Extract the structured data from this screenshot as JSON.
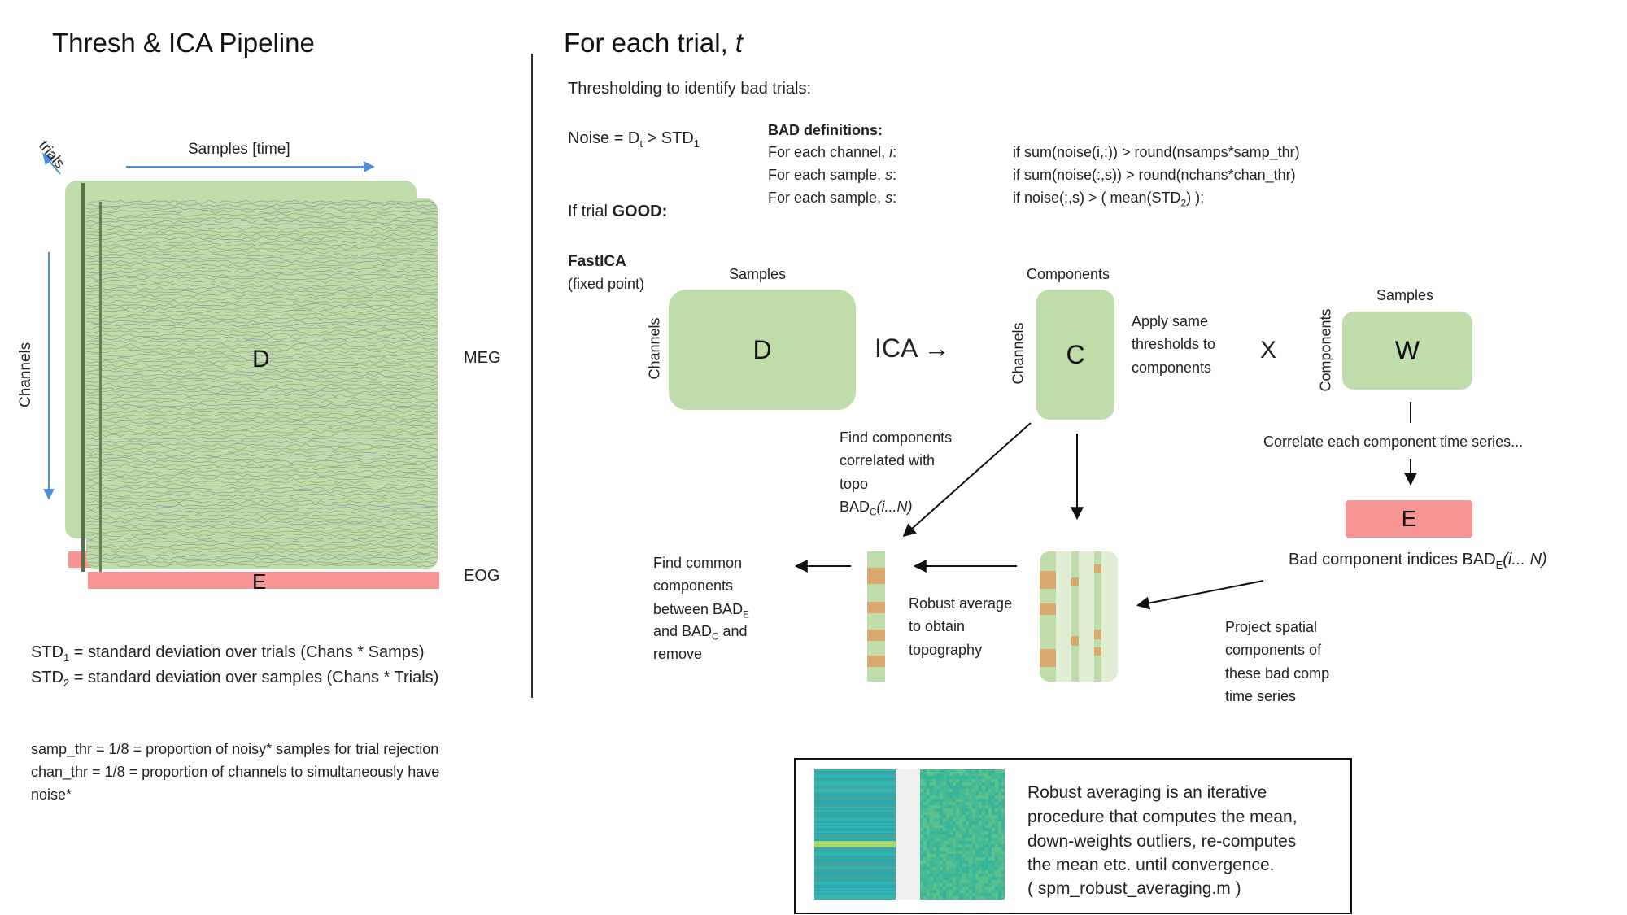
{
  "left": {
    "title": "Thresh & ICA Pipeline",
    "axis_trials": "trials",
    "axis_samples": "Samples [time]",
    "axis_channels": "Channels",
    "label_D": "D",
    "label_E": "E",
    "label_meg": "MEG",
    "label_eog": "EOG",
    "std1_prefix": "STD",
    "std1_sub": "1",
    "std1_rest": " = standard deviation over trials (Chans * Samps)",
    "std2_prefix": "STD",
    "std2_sub": "2",
    "std2_rest": " = standard deviation over samples (Chans * Trials)",
    "samp_thr": "samp_thr = 1/8 = proportion of noisy* samples for trial rejection",
    "chan_thr_line1": "chan_thr = 1/8  = proportion of channels to simultaneously have",
    "chan_thr_line2": "noise*"
  },
  "right": {
    "title_prefix": "For each trial, ",
    "title_var": "t",
    "thresholding": "Thresholding to identify bad trials:",
    "noise_prefix": "Noise = D",
    "noise_sub1": "t",
    "noise_mid": " > STD",
    "noise_sub2": "1",
    "bad_defs_title": "BAD definitions:",
    "bad_rows": [
      {
        "label_prefix": "For each channel, ",
        "label_var": "i",
        "label_suffix": ":",
        "rule": "if  sum(noise(i,:)) > round(nsamps*samp_thr)"
      },
      {
        "label_prefix": "For each sample, ",
        "label_var": "s",
        "label_suffix": ":",
        "rule": "if  sum(noise(:,s)) > round(nchans*chan_thr)"
      },
      {
        "label_prefix": "For each sample, ",
        "label_var": "s",
        "label_suffix": ":",
        "rule_prefix": "if  noise(:,s) > ( mean(STD",
        "rule_sub": "2",
        "rule_suffix": ") );"
      }
    ],
    "if_trial_prefix": "If trial ",
    "if_trial_bold": "GOOD:",
    "fastica": "FastICA",
    "fixed_point": "(fixed point)",
    "samples_1": "Samples",
    "channels_1": "Channels",
    "box_D": "D",
    "ica_arrow": "ICA",
    "components_top": "Components",
    "channels_2": "Channels",
    "box_C": "C",
    "apply_same": [
      "Apply same",
      "thresholds to",
      "components"
    ],
    "times": "X",
    "samples_2": "Samples",
    "components_side": "Components",
    "box_W": "W",
    "correlate": "Correlate each component time series...",
    "box_E": "E",
    "bad_indices_prefix": "Bad component indices BAD",
    "bad_indices_sub": "E",
    "bad_indices_suffix": "(i... N)",
    "find_corr": [
      "Find components",
      "correlated with",
      "topo"
    ],
    "find_corr_bad": "BAD",
    "find_corr_bad_sub": "C",
    "find_corr_bad_suffix": "(i...N)",
    "find_common_l1": "Find common",
    "find_common_l2": "components",
    "find_common_l3_prefix": "between BAD",
    "find_common_l3_sub": "E",
    "find_common_l4_prefix": "and BAD",
    "find_common_l4_sub": "C",
    "find_common_l4_suffix": " and",
    "find_common_l5": "remove",
    "robust_avg": [
      "Robust average",
      "to obtain",
      "topography"
    ],
    "project": [
      "Project spatial",
      "components of",
      "these bad comp",
      "time series"
    ]
  },
  "legend": {
    "lines": [
      "Robust averaging is an iterative",
      "procedure that computes the mean,",
      "down-weights outliers, re-computes",
      "the mean etc. until convergence.",
      "( spm_robust_averaging.m )"
    ]
  },
  "colors": {
    "green": "#bfddab",
    "green_light": "#dfeed4",
    "red": "#f79494",
    "blue_arrow": "#4a90d9",
    "topo_orange": "#d9a86c",
    "heat_teal": "#2fb3b0"
  }
}
